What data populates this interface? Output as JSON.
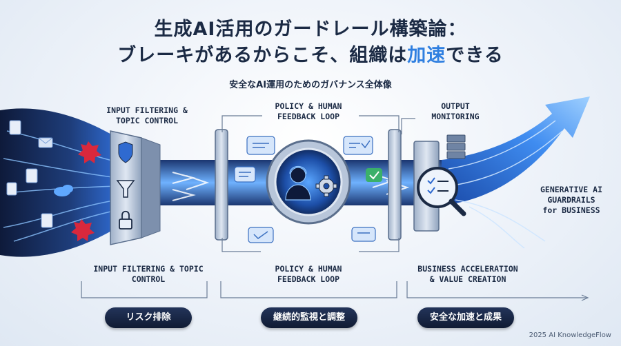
{
  "title": {
    "line1": "生成AI活用のガードレール構築論：",
    "line2_a": "ブレーキがあるからこそ、組織は",
    "line2_b": "加速",
    "line2_c": "できる"
  },
  "subtitle": "安全なAI運用のためのガバナンス全体像",
  "top_labels": {
    "input_line1": "INPUT FILTERING &",
    "input_line2": "TOPIC CONTROL",
    "policy_line1": "POLICY & HUMAN",
    "policy_line2": "FEEDBACK LOOP",
    "output_line1": "OUTPUT",
    "output_line2": "MONITORING"
  },
  "side_label": {
    "line1": "GENERATIVE AI",
    "line2": "GUARDRAILS",
    "line3": "for BUSINESS"
  },
  "bottom_labels": {
    "input_line1": "INPUT FILTERING & TOPIC",
    "input_line2": "CONTROL",
    "policy_line1": "POLICY & HUMAN",
    "policy_line2": "FEEDBACK LOOP",
    "business_line1": "BUSINESS ACCELERATION",
    "business_line2": "& VALUE CREATION"
  },
  "pills": {
    "risk": "リスク排除",
    "monitor": "継続的監視と調整",
    "accel": "安全な加速と成果"
  },
  "credit": "2025 AI KnowledgeFlow",
  "colors": {
    "navy": "#1b2a44",
    "accent": "#2f7fe0",
    "danger": "#d9283c",
    "pill": "#16223f"
  }
}
